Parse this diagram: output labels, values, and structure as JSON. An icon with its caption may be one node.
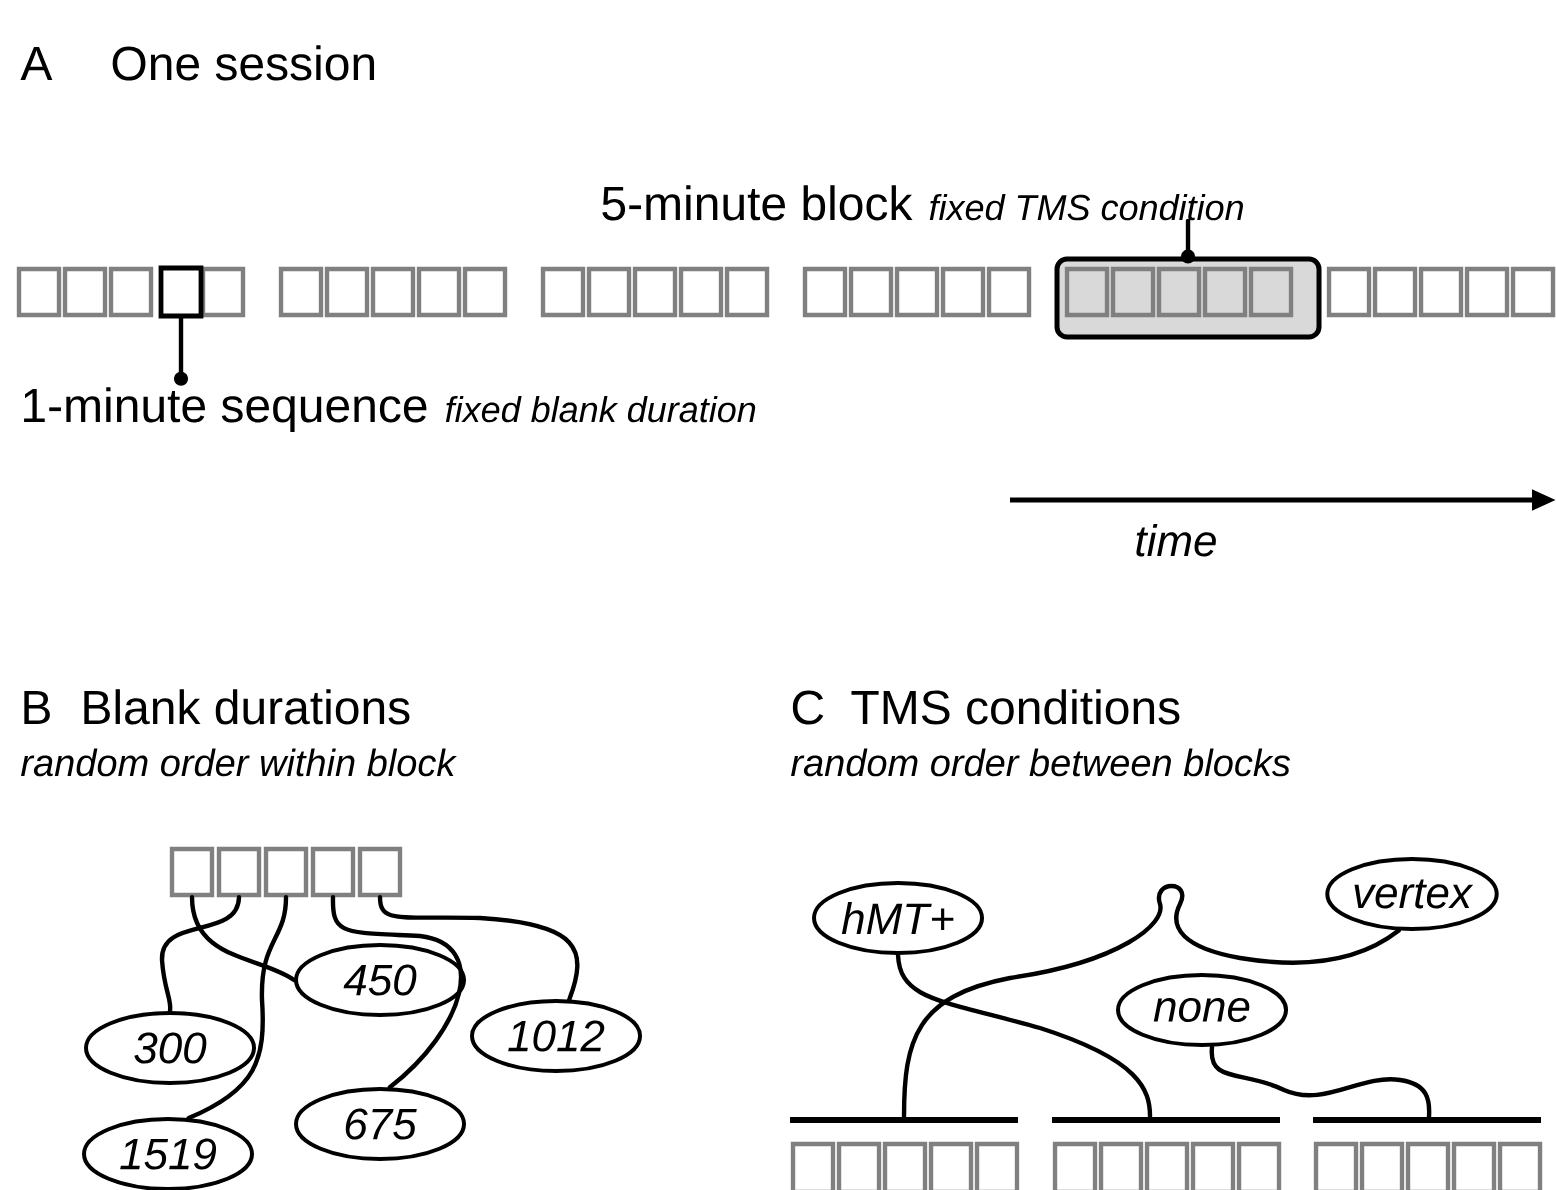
{
  "diagram": {
    "nodes": [
      {
        "text": [
          "5-minute block",
          "fixed TMS condition"
        ]
      },
      {
        "text": [],
        "shape": "box"
      },
      {
        "text": [],
        "shape": "box"
      },
      {
        "text": [
          "1-minute sequence",
          "fixed blank duration"
        ]
      },
      {
        "text": [],
        "shape": "box"
      },
      {
        "text": [],
        "shape": "box"
      },
      {
        "text": [],
        "shape": "box"
      },
      {
        "text": [],
        "shape": "box"
      },
      {
        "text": [],
        "shape": "box"
      },
      {
        "text": [
          "450"
        ]
      },
      {
        "text": [
          "1012"
        ]
      },
      {
        "text": [
          "300"
        ]
      },
      {
        "text": [
          "675"
        ]
      },
      {
        "text": [
          "1519"
        ]
      },
      {
        "text": [
          "vertex"
        ]
      },
      {
        "text": [
          "hMT+"
        ]
      },
      {
        "text": [
          "none"
        ]
      },
      {
        "text": [],
        "shape": "bar"
      },
      {
        "text": [],
        "shape": "bar"
      },
      {
        "text": [],
        "shape": "bar"
      }
    ],
    "edges": [
      {
        "from": 0,
        "to": 1,
        "arrow": "other"
      },
      {
        "from": 3,
        "to": 2,
        "arrow": "other"
      },
      {
        "from": 4,
        "to": 9,
        "arrow": "none"
      },
      {
        "from": 5,
        "to": 11,
        "arrow": "none"
      },
      {
        "from": 6,
        "to": 13,
        "arrow": "none"
      },
      {
        "from": 7,
        "to": 12,
        "arrow": "none"
      },
      {
        "from": 8,
        "to": 10,
        "arrow": "none"
      },
      {
        "from": 14,
        "to": 17,
        "arrow": "none"
      },
      {
        "from": 15,
        "to": 18,
        "arrow": "none"
      },
      {
        "from": 16,
        "to": 19,
        "arrow": "none"
      }
    ],
    "labels": [
      "A",
      "One session",
      "time",
      "B",
      "Blank durations",
      "random order within block",
      "C",
      "TMS conditions",
      "random order between blocks"
    ]
  }
}
